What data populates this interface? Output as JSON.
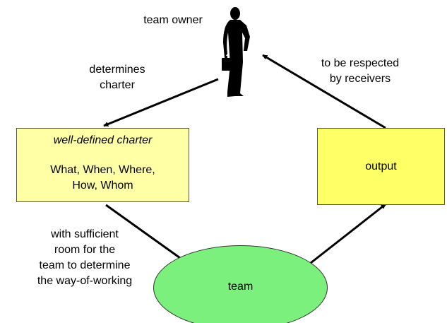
{
  "team_owner_label": "team owner",
  "determines_label": [
    "determines",
    "charter"
  ],
  "respected_label": [
    "to be respected",
    "by receivers"
  ],
  "charter_box": {
    "title": "well-defined charter",
    "body": [
      "What, When, Where,",
      "How, Whom"
    ],
    "fill": "#ffffa6"
  },
  "output_box": {
    "label": "output",
    "fill": "#ffff66"
  },
  "team_node": {
    "label": "team",
    "fill": "#7cf07c"
  },
  "room_label": [
    "with sufficient",
    "room for the",
    "team to determine",
    "the way-of-working"
  ],
  "icons": {
    "owner": "businessman-with-briefcase-icon"
  }
}
